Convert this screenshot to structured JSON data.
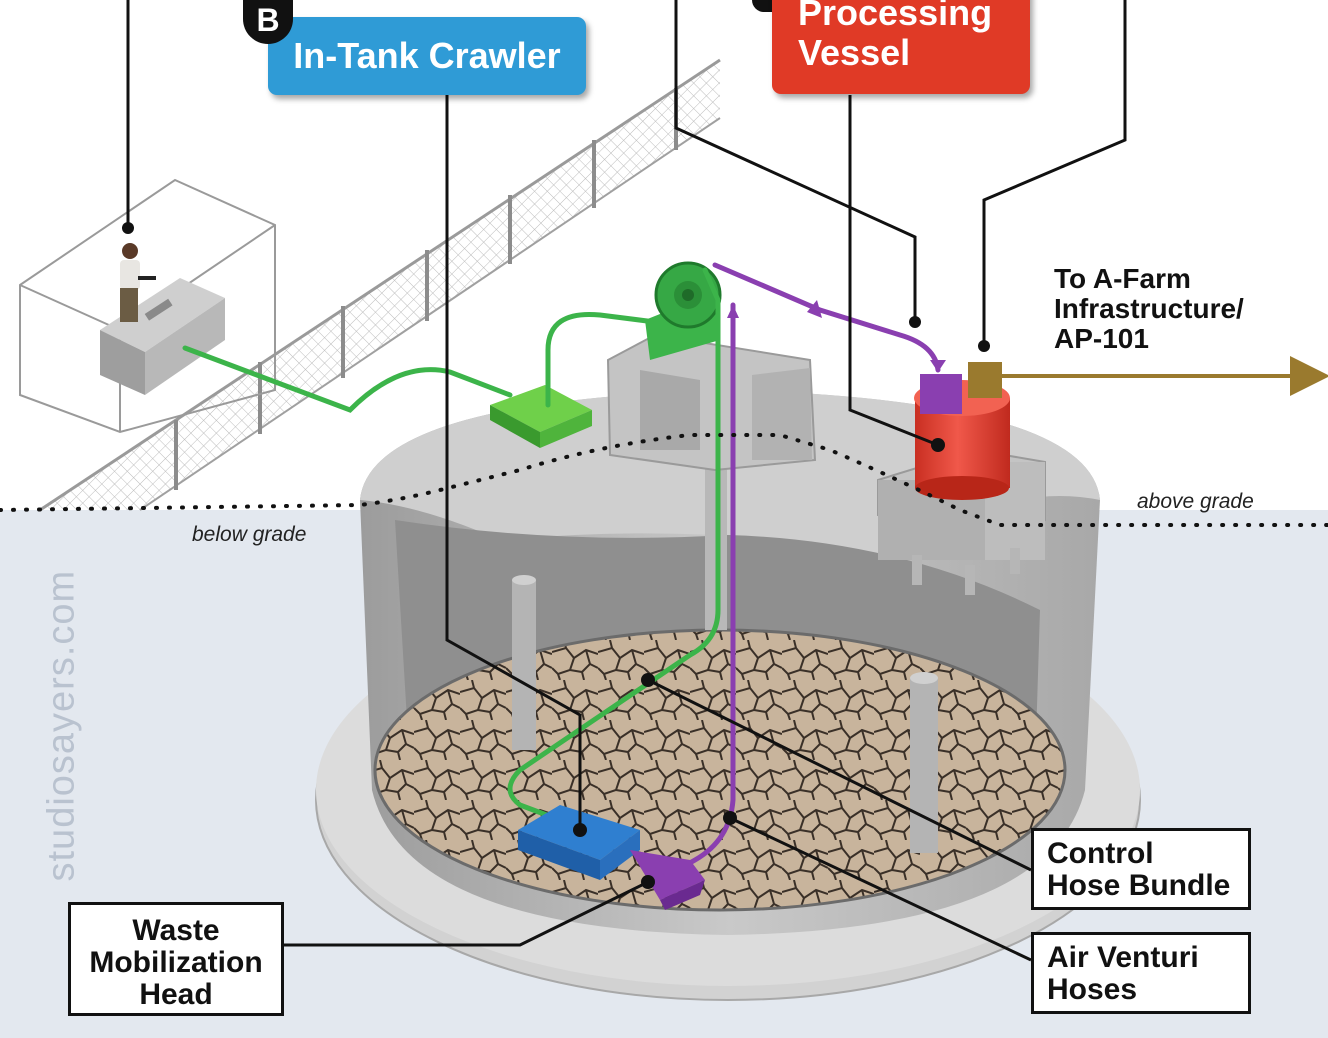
{
  "callouts": {
    "crawler": {
      "badge": "B",
      "label": "In-Tank Crawler"
    },
    "vessel": {
      "line1": "Processing",
      "line2": "Vessel"
    }
  },
  "labels": {
    "waste_head": [
      "Waste",
      "Mobilization",
      "Head"
    ],
    "control_hose": [
      "Control",
      "Hose Bundle"
    ],
    "air_venturi": [
      "Air Venturi",
      "Hoses"
    ],
    "afarm": [
      "To A-Farm",
      "Infrastructure/",
      "AP-101"
    ]
  },
  "grade": {
    "below": "below grade",
    "above": "above grade"
  },
  "watermark": "studiosayers.com",
  "colors": {
    "crawler_blue": "#2f9bd6",
    "vessel_red": "#e03a26",
    "control_green": "#3cb44a",
    "air_purple": "#8a3fb0",
    "outlet_brown": "#9a7a2e",
    "ground": "#e3e8ef"
  }
}
